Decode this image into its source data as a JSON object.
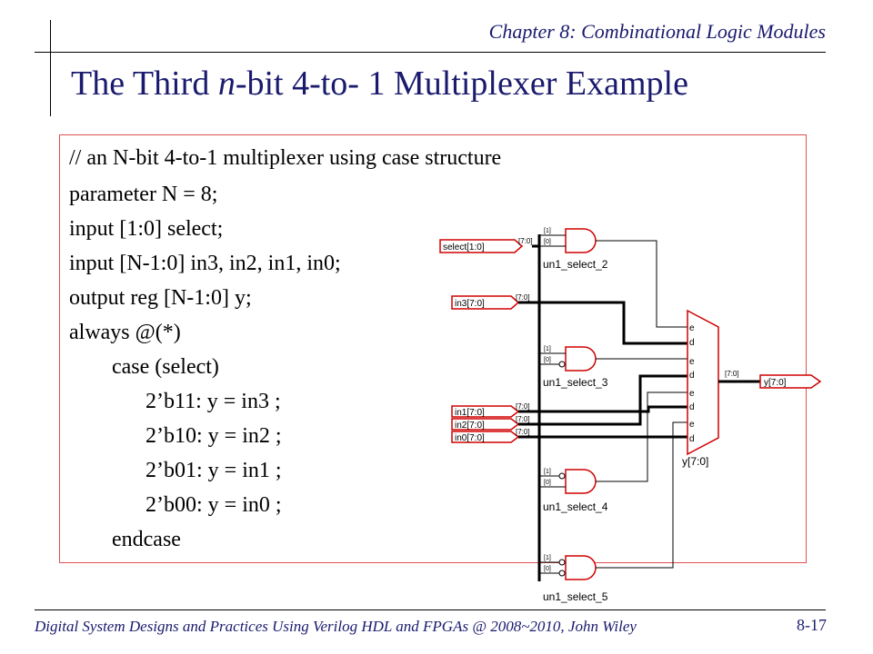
{
  "header": {
    "chapter": "Chapter 8: Combinational Logic Modules"
  },
  "title": {
    "prefix": "The Third ",
    "italic": "n",
    "suffix": "-bit 4-to- 1 Multiplexer Example"
  },
  "code": {
    "lines": [
      "// an N-bit 4-to-1 multiplexer using case structure",
      "parameter N = 8;",
      "input [1:0] select;",
      "input [N-1:0] in3, in2, in1, in0;",
      "output reg [N-1:0] y;",
      "always @(*)",
      "case (select)",
      "2’b11: y = in3 ;",
      "2’b10: y = in2 ;",
      "2’b01: y = in1 ;",
      "2’b00: y = in0 ;",
      "endcase"
    ]
  },
  "schematic": {
    "ports": {
      "select": "select[1:0]",
      "in3": "in3[7:0]",
      "in1": "in1[7:0]",
      "in2": "in2[7:0]",
      "in0": "in0[7:0]",
      "y": "y[7:0]"
    },
    "gates": [
      "un1_select_2",
      "un1_select_3",
      "un1_select_4",
      "un1_select_5"
    ],
    "mux_label": "y[7:0]",
    "bus_label": "[7:0]",
    "bit_labels": [
      "[1]",
      "[0]"
    ],
    "pin_e": "e",
    "pin_d": "d"
  },
  "footer": {
    "left": "Digital System Designs and Practices Using Verilog HDL and FPGAs @ 2008~2010, John Wiley",
    "page": "8-17"
  }
}
